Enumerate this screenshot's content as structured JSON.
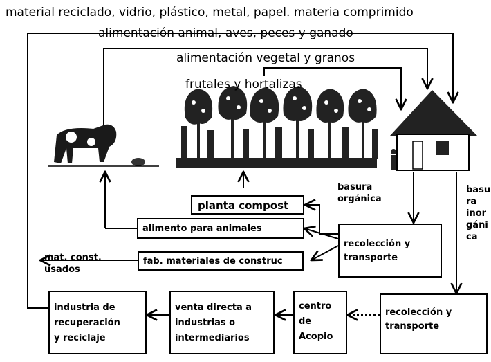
{
  "flows": {
    "top_label": "material reciclado, vidrio, plástico, metal, papel. materia comprimido",
    "animal_feed_label": "alimentación animal, aves, peces y ganado",
    "plant_feed_label": "alimentación vegetal y granos",
    "fruit_label": "frutales y hortalizas"
  },
  "labels": {
    "organic_waste": "basura\norgánica",
    "inorganic_waste": "basu\nra\ninor\ngáni\nca",
    "used_materials": "mat. const.\nusados"
  },
  "boxes": {
    "compost_plant": "planta compost",
    "animal_food": "alimento para animales",
    "construction_materials": "fab. materiales de construc",
    "collection_transport_1": "recolección y\ntransporte",
    "collection_transport_2": "recolección y\ntransporte",
    "collection_center": "centro\nde\nAcopio",
    "direct_sale": "venta directa a\nindustrias o\nintermediarios",
    "recycling_industry": "industria de\nrecuperación\ny reciclaje"
  },
  "colors": {
    "ink": "#000000",
    "background": "#ffffff"
  }
}
